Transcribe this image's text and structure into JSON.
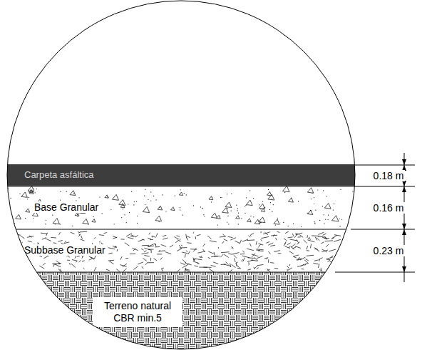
{
  "diagram": {
    "nodes": [
      {
        "text": [
          "Carpeta asfáltica"
        ]
      },
      {
        "text": [
          "Base Granular"
        ]
      },
      {
        "text": [
          "Subbase Granular"
        ]
      },
      {
        "text": [
          "Terreno natural CBR min.5"
        ]
      }
    ],
    "labels": [
      "0.18 m",
      "0.16 m",
      "0.23 m"
    ]
  }
}
